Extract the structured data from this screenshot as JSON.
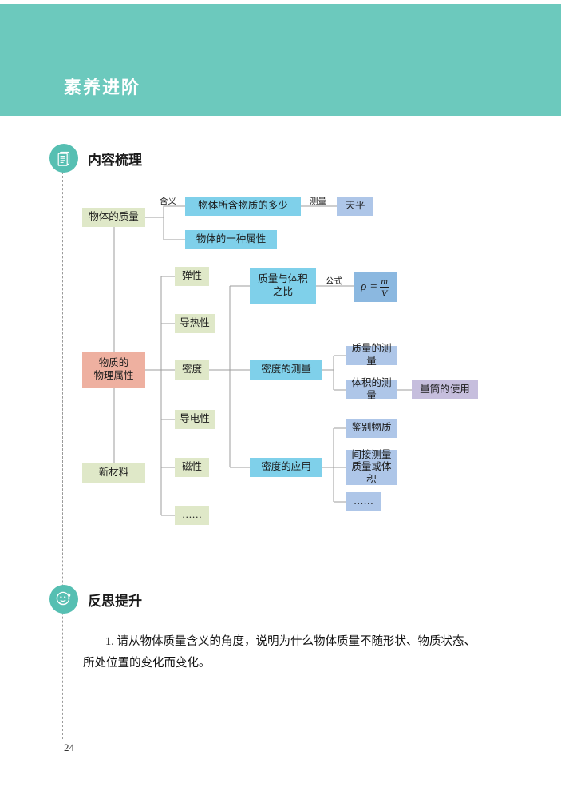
{
  "header": {
    "title": "素养进阶",
    "band_color": "#6cc9bd"
  },
  "sections": [
    {
      "id": "content",
      "label": "内容梳理",
      "icon": "document-list-icon"
    },
    {
      "id": "reflect",
      "label": "反思提升",
      "icon": "thinking-face-icon"
    }
  ],
  "mindmap": {
    "edge_labels": {
      "meaning": "含义",
      "measure": "测量",
      "formula": "公式"
    },
    "nodes": {
      "object_mass": "物体的质量",
      "matter_property": "物质的\n物理属性",
      "new_material": "新材料",
      "amount_of_matter": "物体所含物质的多少",
      "attribute_of_object": "物体的一种属性",
      "balance": "天平",
      "elasticity": "弹性",
      "thermal_conductivity": "导热性",
      "density": "密度",
      "electrical_conductivity": "导电性",
      "magnetism": "磁性",
      "attr_ellipsis": "……",
      "mass_volume_ratio": "质量与体积\n之比",
      "formula_rho": "ρ =",
      "formula_num": "m",
      "formula_den": "V",
      "density_measurement": "密度的测量",
      "mass_measurement": "质量的测量",
      "volume_measurement": "体积的测量",
      "graduated_cylinder": "量筒的使用",
      "density_application": "密度的应用",
      "identify_substance": "鉴别物质",
      "indirect_measurement": "间接测量\n质量或体积",
      "app_ellipsis": "……"
    },
    "colors": {
      "green": "#dfe8c8",
      "salmon": "#eeb0a0",
      "cyan": "#7fd0ea",
      "blue": "#aec6e8",
      "lavender": "#c6bedd",
      "formula": "#8bb8e0",
      "connector": "#9e9e9e"
    }
  },
  "reflection": {
    "question_1": "1. 请从物体质量含义的角度，说明为什么物体质量不随形状、物质状态、所处位置的变化而变化。"
  },
  "footer": {
    "page_number": "24"
  }
}
